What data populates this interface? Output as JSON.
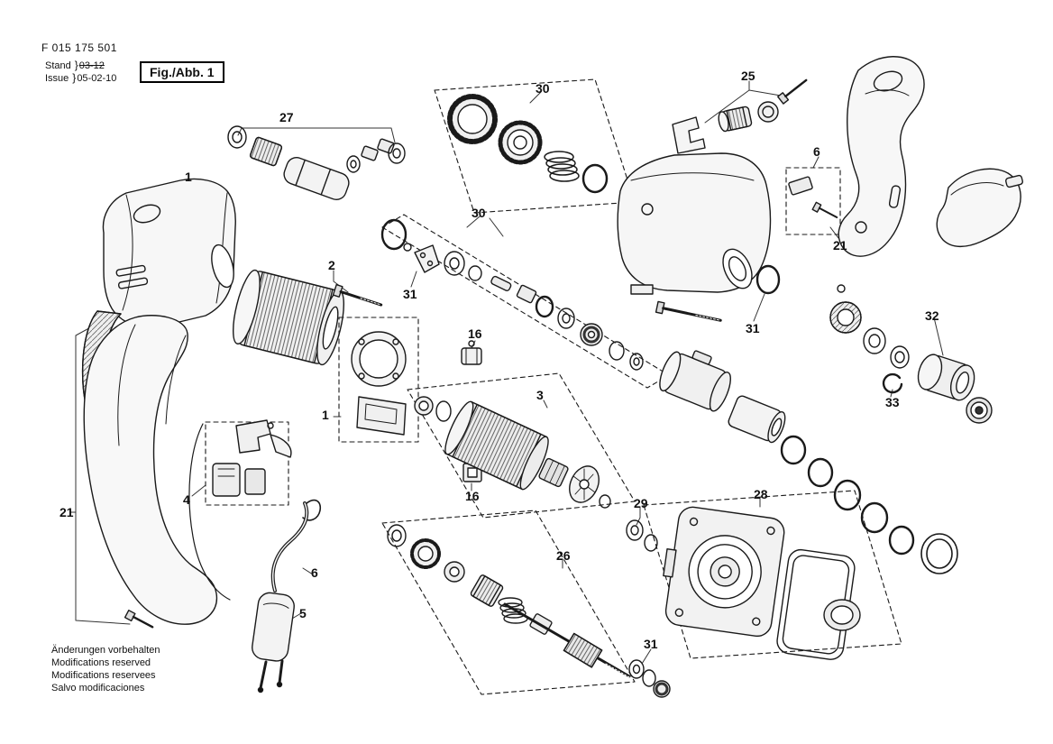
{
  "header": {
    "part_number": "F 015 175 501",
    "revision": {
      "stand_label": "Stand",
      "stand_value": "03-12",
      "issue_label": "Issue",
      "issue_value": "05-02-10",
      "brace": "}"
    },
    "figure_label": "Fig./Abb. 1"
  },
  "footer_notes": [
    "Änderungen vorbehalten",
    "Modifications reserved",
    "Modifications reservees",
    "Salvo modificaciones"
  ],
  "callouts": [
    {
      "id": "1"
    },
    {
      "id": "27"
    },
    {
      "id": "30"
    },
    {
      "id": "25"
    },
    {
      "id": "6"
    },
    {
      "id": "21"
    },
    {
      "id": "2"
    },
    {
      "id": "31"
    },
    {
      "id": "30"
    },
    {
      "id": "16"
    },
    {
      "id": "1"
    },
    {
      "id": "3"
    },
    {
      "id": "16"
    },
    {
      "id": "4"
    },
    {
      "id": "21"
    },
    {
      "id": "6"
    },
    {
      "id": "5"
    },
    {
      "id": "26"
    },
    {
      "id": "29"
    },
    {
      "id": "28"
    },
    {
      "id": "31"
    },
    {
      "id": "31"
    },
    {
      "id": "32"
    },
    {
      "id": "33"
    }
  ],
  "colors": {
    "line": "#1a1a1a",
    "background": "#ffffff",
    "fill_light": "#f4f4f4"
  }
}
